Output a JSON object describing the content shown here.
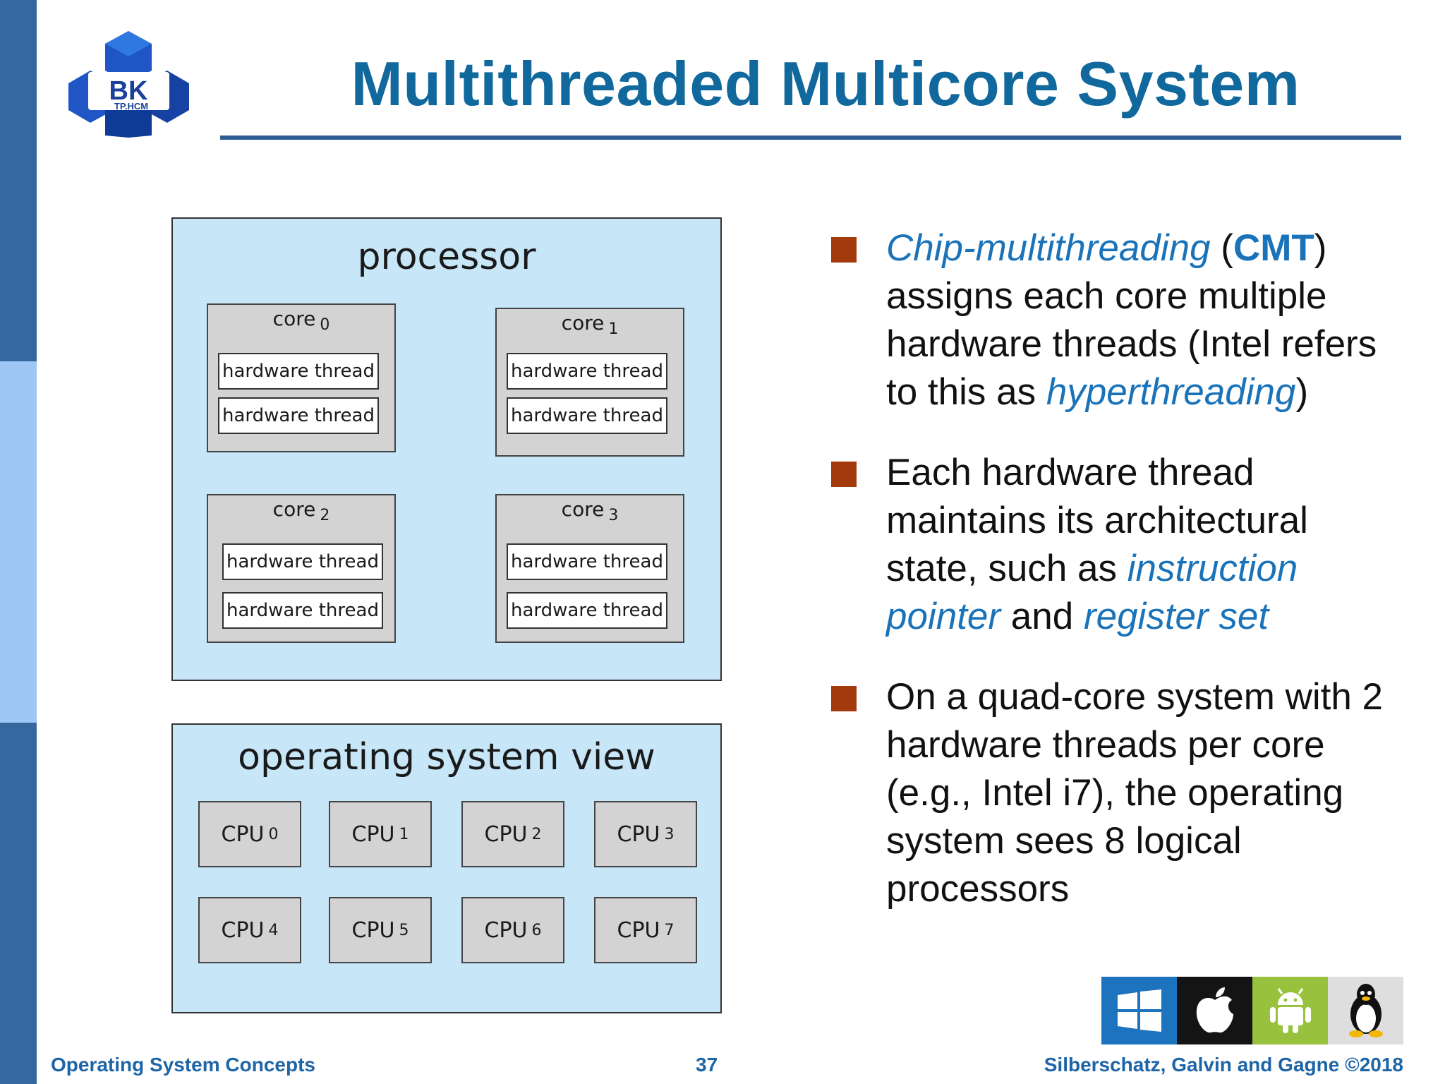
{
  "logo": {
    "text": "BK",
    "subtext": "TP.HCM"
  },
  "slide": {
    "title": "Multithreaded Multicore System"
  },
  "diagram": {
    "processor": {
      "title": "processor",
      "cores": [
        {
          "label": "core",
          "index": "0",
          "threads": [
            "hardware thread",
            "hardware thread"
          ]
        },
        {
          "label": "core",
          "index": "1",
          "threads": [
            "hardware thread",
            "hardware thread"
          ]
        },
        {
          "label": "core",
          "index": "2",
          "threads": [
            "hardware thread",
            "hardware thread"
          ]
        },
        {
          "label": "core",
          "index": "3",
          "threads": [
            "hardware thread",
            "hardware thread"
          ]
        }
      ]
    },
    "os_view": {
      "title": "operating system view",
      "cpus": [
        {
          "label": "CPU",
          "index": "0"
        },
        {
          "label": "CPU",
          "index": "1"
        },
        {
          "label": "CPU",
          "index": "2"
        },
        {
          "label": "CPU",
          "index": "3"
        },
        {
          "label": "CPU",
          "index": "4"
        },
        {
          "label": "CPU",
          "index": "5"
        },
        {
          "label": "CPU",
          "index": "6"
        },
        {
          "label": "CPU",
          "index": "7"
        }
      ]
    }
  },
  "bullets": {
    "b1": {
      "term": "Chip-multithreading",
      "open": " (",
      "abbr": "CMT",
      "mid": ") assigns each core multiple hardware threads (Intel refers to this as ",
      "term2": "hyperthreading",
      "end": ")"
    },
    "b2": {
      "text": "Each hardware thread maintains its architectural state, such as ",
      "term1": "instruction pointer",
      "mid": " and ",
      "term2": "register set"
    },
    "b3": {
      "text": "On a quad-core system with 2 hardware threads per core (e.g., Intel i7), the operating system sees 8 logical processors"
    }
  },
  "os_icons": [
    "windows-icon",
    "apple-icon",
    "android-icon",
    "linux-icon"
  ],
  "colors": {
    "title": "#10689c",
    "accent": "#1a73b9",
    "bullet": "#a23a0c",
    "sidebar": "#36679f",
    "panel": "#c7e7f9"
  },
  "footer": {
    "left": "Operating System Concepts",
    "page": "37",
    "right": "Silberschatz, Galvin and Gagne ©2018"
  }
}
